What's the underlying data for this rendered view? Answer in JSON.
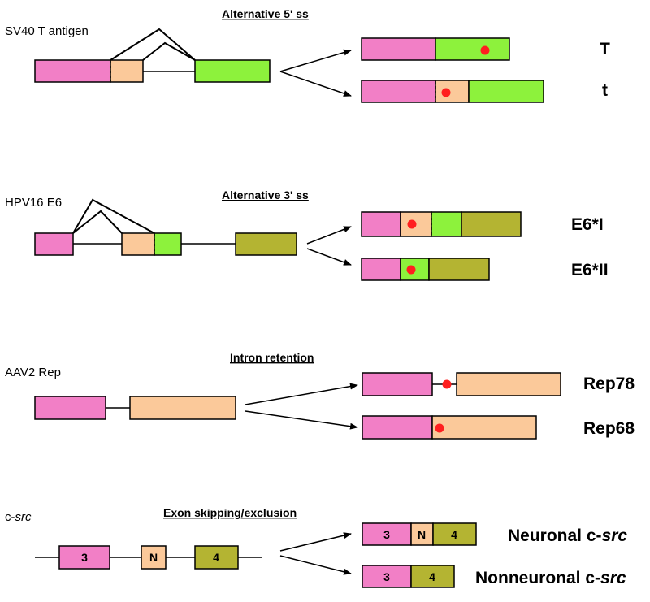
{
  "colors": {
    "pink": "#f27fc6",
    "orange": "#fbc99a",
    "green": "#8df23c",
    "olive": "#b4b432",
    "dot": "#ff1f1f"
  },
  "panels": {
    "sv40": {
      "gene_label": "SV40 T antigen",
      "mechanism": "Alternative 5' ss",
      "products": [
        "T",
        "t"
      ]
    },
    "hpv16": {
      "gene_label": "HPV16 E6",
      "mechanism": "Alternative 3' ss",
      "products": [
        "E6*I",
        "E6*II"
      ]
    },
    "aav2": {
      "gene_label": "AAV2 Rep",
      "mechanism": "Intron retention",
      "products": [
        "Rep78",
        "Rep68"
      ]
    },
    "csrc": {
      "gene_label_plain": "c-",
      "gene_label_italic": "src",
      "mechanism": "Exon skipping/exclusion",
      "exons": [
        "3",
        "N",
        "4"
      ],
      "product_1_plain": "Neuronal c-",
      "product_1_italic": "src",
      "product_2_plain": "Nonneuronal c-",
      "product_2_italic": "src"
    }
  }
}
